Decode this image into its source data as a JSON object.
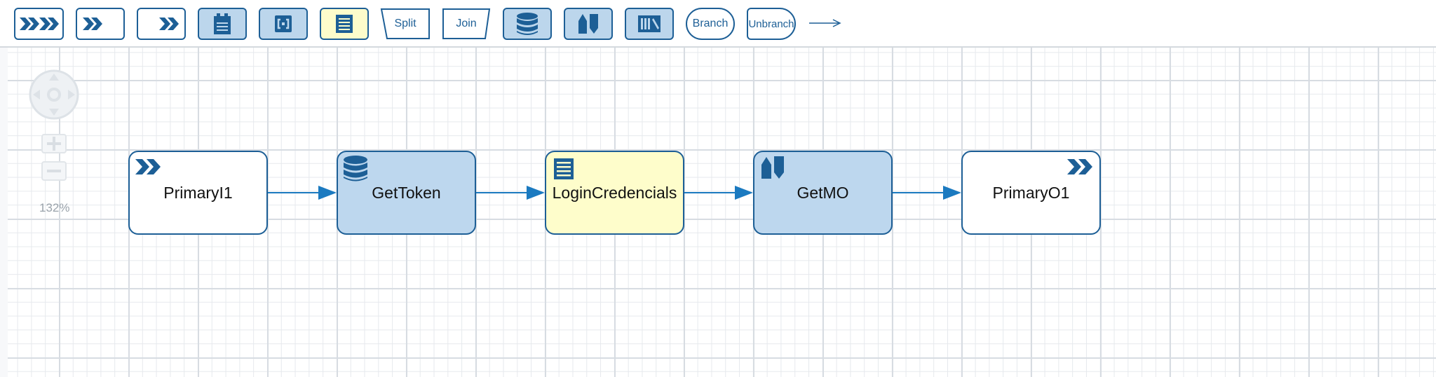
{
  "toolbar": {
    "items": [
      {
        "id": "primary-input-pair",
        "label": ""
      },
      {
        "id": "primary-input",
        "label": ""
      },
      {
        "id": "primary-output",
        "label": ""
      },
      {
        "id": "form-filter",
        "label": ""
      },
      {
        "id": "code-block",
        "label": ""
      },
      {
        "id": "list-block",
        "label": ""
      },
      {
        "id": "split",
        "label": "Split"
      },
      {
        "id": "join",
        "label": "Join"
      },
      {
        "id": "database",
        "label": ""
      },
      {
        "id": "cloud-connector",
        "label": ""
      },
      {
        "id": "library",
        "label": ""
      },
      {
        "id": "branch",
        "label": "Branch"
      },
      {
        "id": "unbranch",
        "label": "Unbranch"
      },
      {
        "id": "connector-arrow",
        "label": ""
      }
    ]
  },
  "canvas": {
    "zoom": "132%"
  },
  "nodes": [
    {
      "label": "PrimaryI1",
      "icon": "chevrons-icon",
      "style": "white"
    },
    {
      "label": "GetToken",
      "icon": "database-icon",
      "style": "blue"
    },
    {
      "label": "LoginCredencials",
      "icon": "list-icon",
      "style": "yellow"
    },
    {
      "label": "GetMO",
      "icon": "connector-icon",
      "style": "blue"
    },
    {
      "label": "PrimaryO1",
      "icon": "chevrons-icon",
      "style": "white"
    }
  ],
  "colors": {
    "accent": "#1d5f96",
    "arrow": "#1b7ac0",
    "node_blue": "#bdd7ee",
    "node_yellow": "#fefdcb"
  }
}
